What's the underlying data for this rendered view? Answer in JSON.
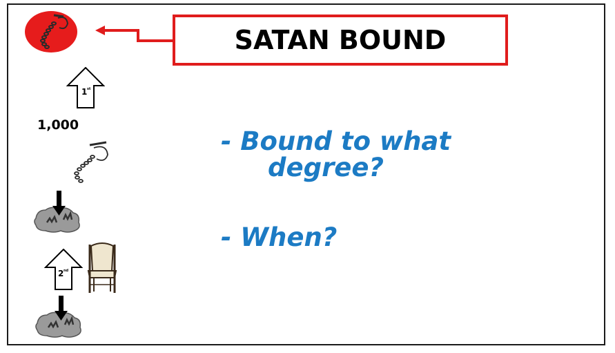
{
  "title": "SATAN BOUND",
  "count_label": "1,000",
  "questions": {
    "q1_line1": "- Bound to what",
    "q1_line2": "degree?",
    "q2": "- When?"
  },
  "arrow_labels": {
    "first": "1",
    "first_suffix": "st",
    "second": "2",
    "second_suffix": "nd"
  },
  "colors": {
    "accent_red": "#e01c1c",
    "question_blue": "#1c7bc4",
    "rock_gray": "#9a9a9a"
  },
  "icons": [
    "shackle-icon",
    "up-arrow-icon",
    "down-arrow-icon",
    "rock-pit-icon",
    "throne-chair-icon"
  ]
}
